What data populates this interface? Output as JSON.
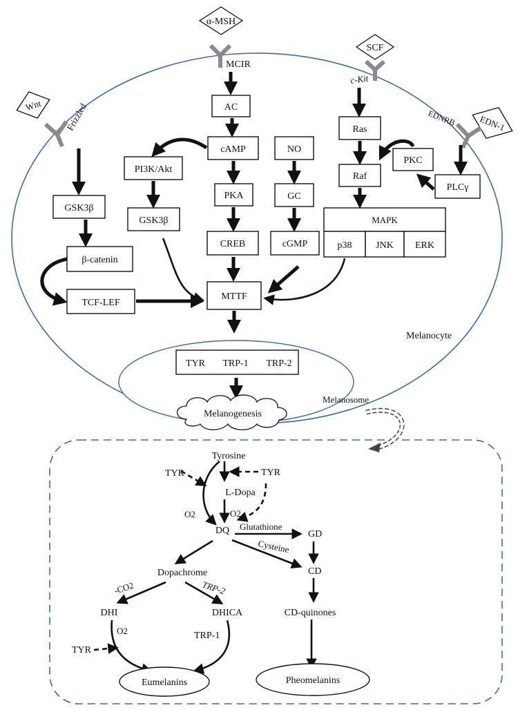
{
  "colors": {
    "line": "#111111",
    "cell_outline": "#3d6aa6",
    "receptor": "#8a8a8a"
  },
  "cell": {
    "label": "Melanocyte",
    "organelle_label": "Melanosome",
    "output_label": "Melanogenesis"
  },
  "ligands": {
    "amsh": "α-MSH",
    "scf": "SCF",
    "wnt": "Wnt",
    "edn1": "EDN-1"
  },
  "receptors": {
    "mcir": "MCIR",
    "ckit": "c-Kit",
    "frizzled": "Frizzled",
    "ednrb": "EDNRB"
  },
  "nodes": {
    "ac": "AC",
    "camp": "cAMP",
    "pka": "PKA",
    "creb": "CREB",
    "no": "NO",
    "gc": "GC",
    "cgmp": "cGMP",
    "pi3k": "PI3K/Akt",
    "gsk3b_pi3k": "GSK3β",
    "gsk3b_wnt": "GSK3β",
    "bcatenin": "β-catenin",
    "tcflef": "TCF-LEF",
    "ras": "Ras",
    "raf": "Raf",
    "pkc": "PKC",
    "plcg": "PLCγ",
    "mapk": "MAPK",
    "p38": "p38",
    "jnk": "JNK",
    "erk": "ERK",
    "mitf": "MTTF"
  },
  "enzymes": {
    "tyr": "TYR",
    "trp1": "TRP-1",
    "trp2": "TRP-2"
  },
  "pathway": {
    "tyrosine": "Tyrosine",
    "ldopa": "L-Dopa",
    "dq": "DQ",
    "glutathione": "Glutathione",
    "gd": "GD",
    "cysteine": "Cysteine",
    "cd": "CD",
    "dopachrome": "Dopachrome",
    "co2": "-CO2",
    "trp2": "TRP-2",
    "dhi": "DHI",
    "dhica": "DHICA",
    "cdquinones": "CD-quinones",
    "tyr_left": "TYR",
    "tyr_right": "TYR",
    "tyr_bottom": "TYR",
    "trp1": "TRP-1",
    "o2_a": "O2",
    "o2_b": "O2",
    "o2_c": "O2",
    "eumelanins": "Eumelanins",
    "pheomelanins": "Pheomelanins"
  }
}
